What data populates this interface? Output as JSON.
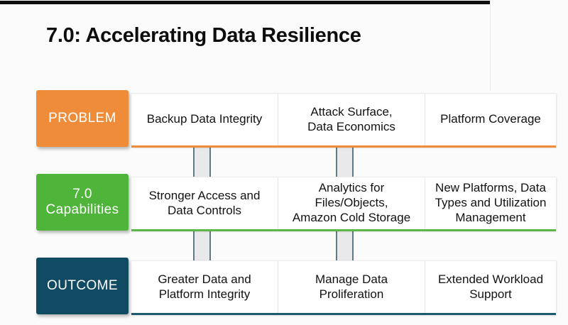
{
  "slide": {
    "title": "7.0: Accelerating Data Resilience"
  },
  "colors": {
    "problem_orange": "#EF8C3A",
    "capabilities_green": "#4FB43A",
    "outcome_teal": "#114B63",
    "connector_fill": "#E9E9EB",
    "connector_edge": "#5E7A87"
  },
  "rows": [
    {
      "label": "PROBLEM",
      "cells": [
        "Backup Data Integrity",
        "Attack Surface,\nData Economics",
        "Platform Coverage"
      ]
    },
    {
      "label": "7.0\nCapabilities",
      "cells": [
        "Stronger Access and\nData Controls",
        "Analytics for\nFiles/Objects,\nAmazon Cold Storage",
        "New Platforms, Data\nTypes and Utilization\nManagement"
      ]
    },
    {
      "label": "OUTCOME",
      "cells": [
        "Greater Data and\nPlatform Integrity",
        "Manage Data\nProliferation",
        "Extended Workload\nSupport"
      ]
    }
  ]
}
